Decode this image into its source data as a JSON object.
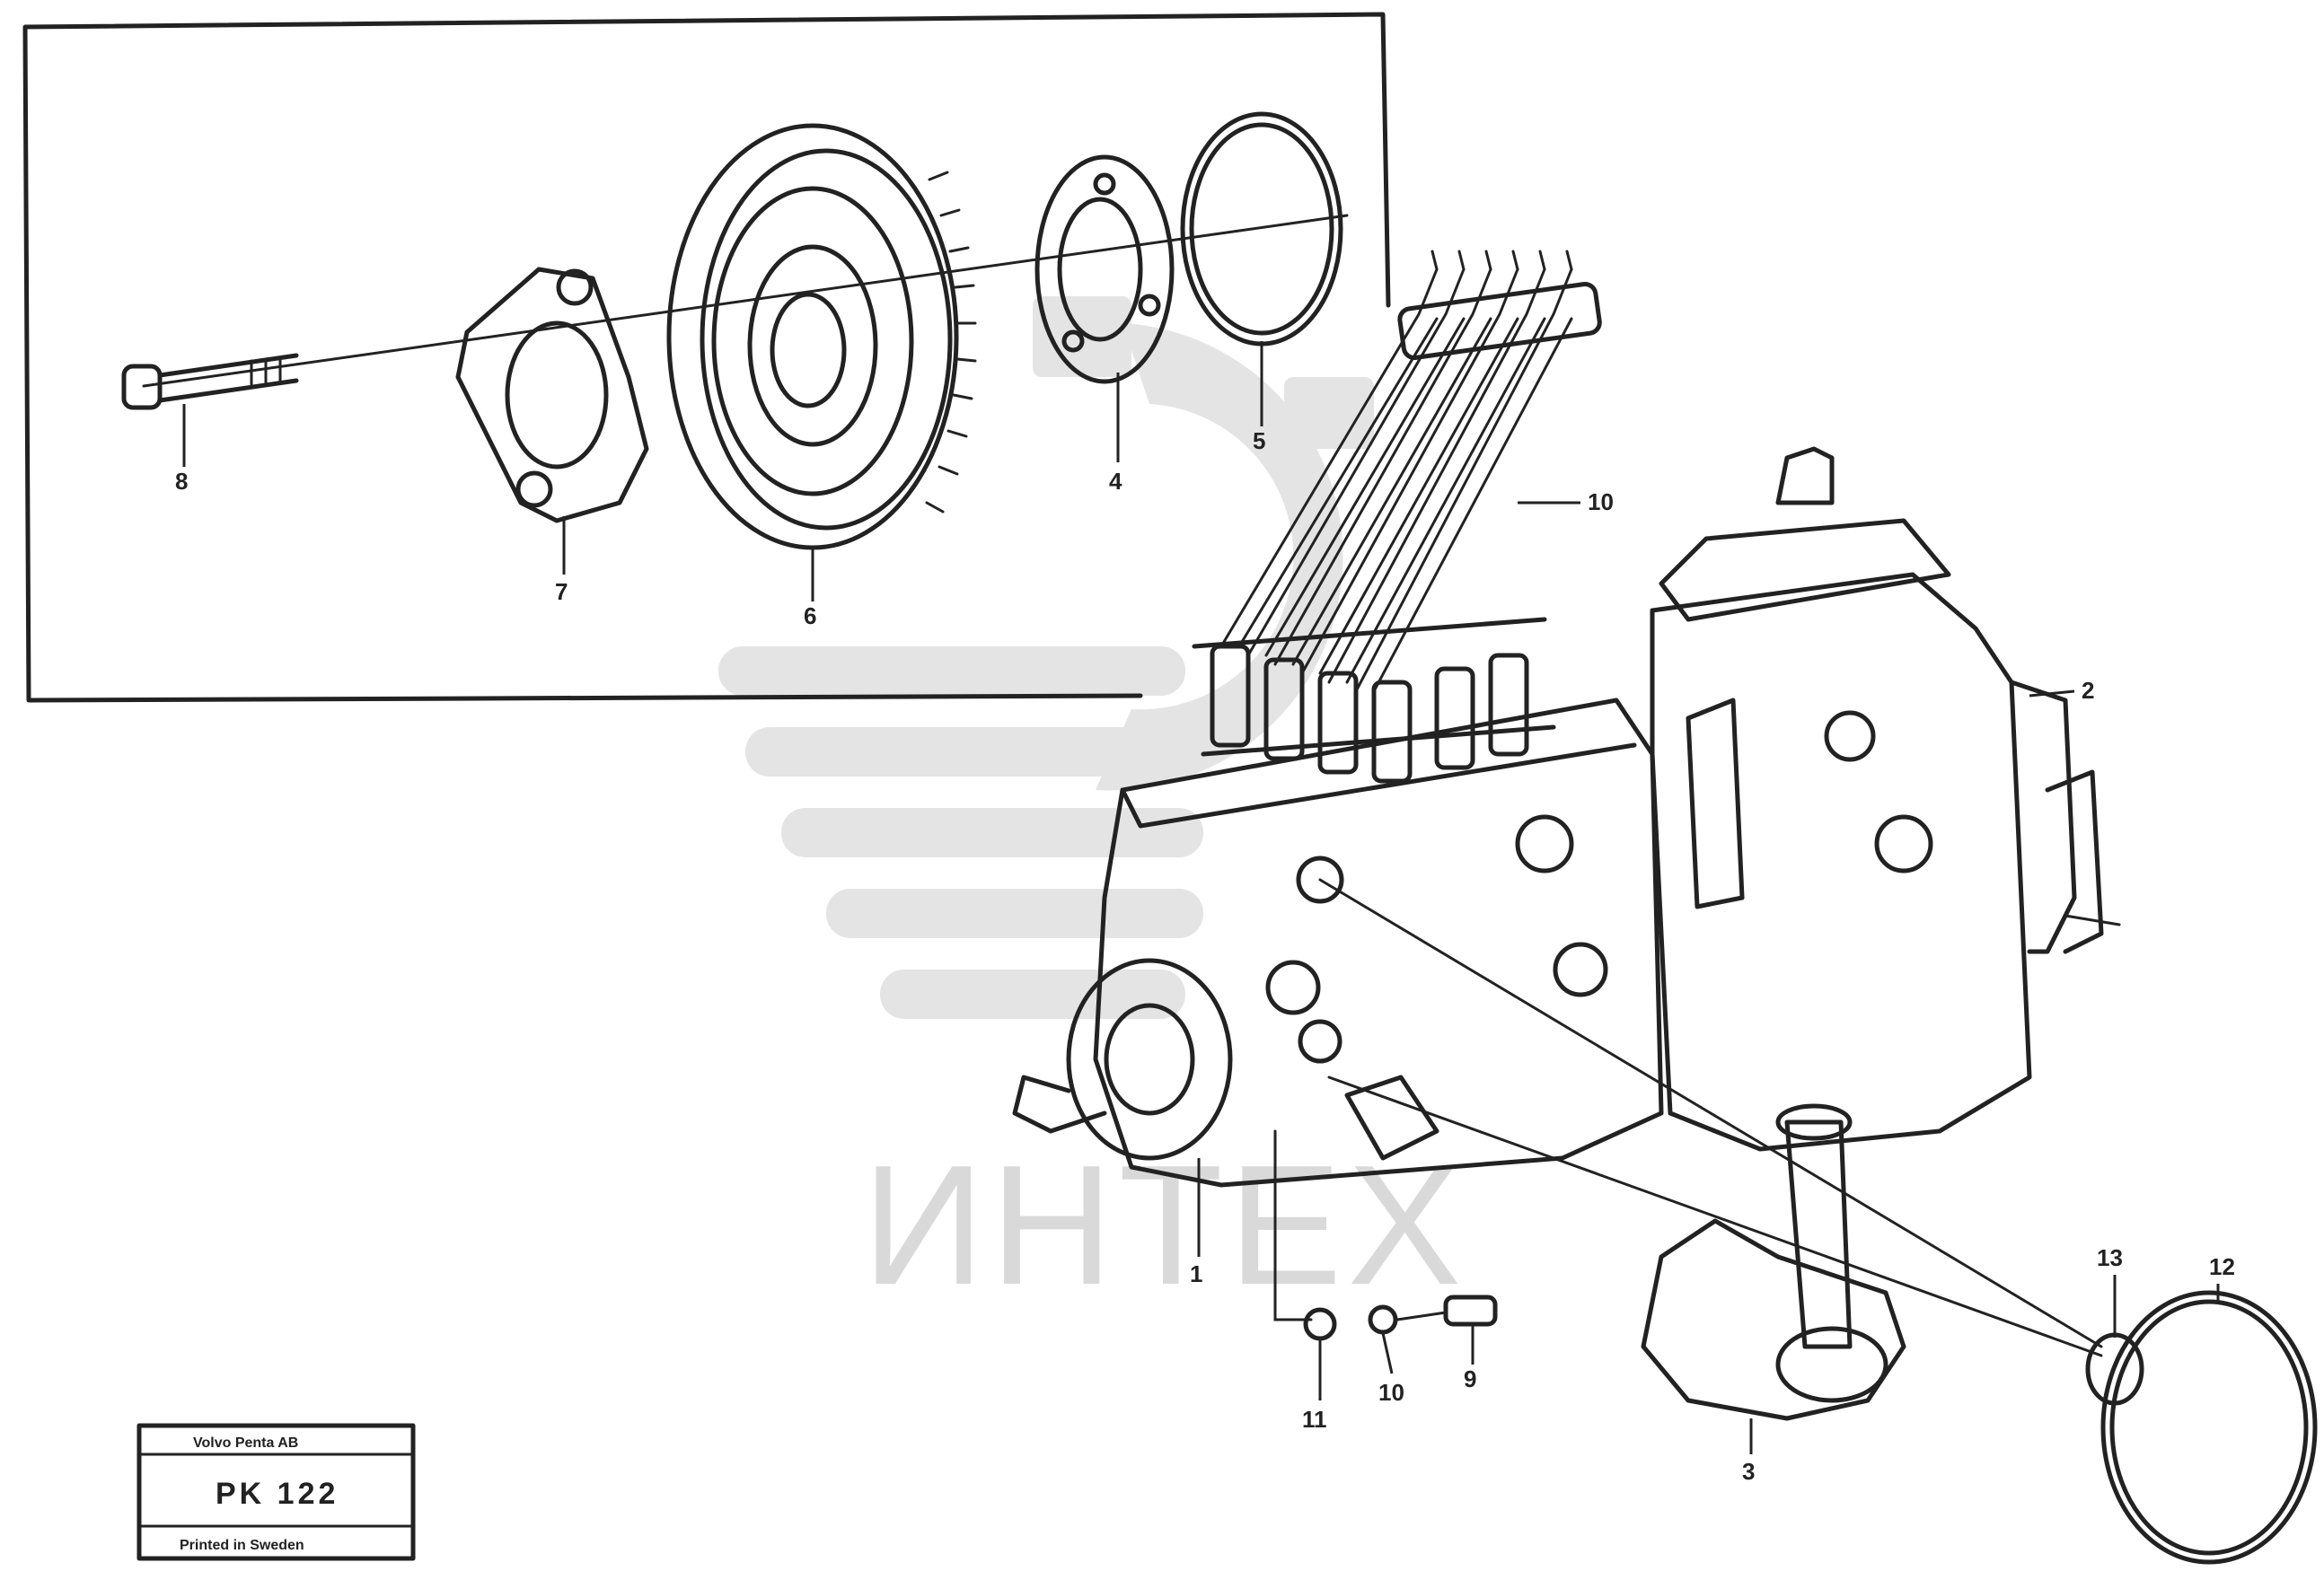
{
  "watermark": {
    "text": "ИНТЕХ",
    "color": "#d9d9d9"
  },
  "callouts": {
    "c1": "8",
    "c2": "7",
    "c3": "6",
    "c4": "4",
    "c5": "5",
    "c6": "10",
    "c7": "2",
    "c8": "1",
    "c9": "11",
    "c10": "10",
    "c11": "9",
    "c12": "3",
    "c13": "13",
    "c14": "12"
  },
  "stamp": {
    "top": "Volvo Penta AB",
    "code": "PK 122",
    "bottom": "Printed in Sweden"
  }
}
